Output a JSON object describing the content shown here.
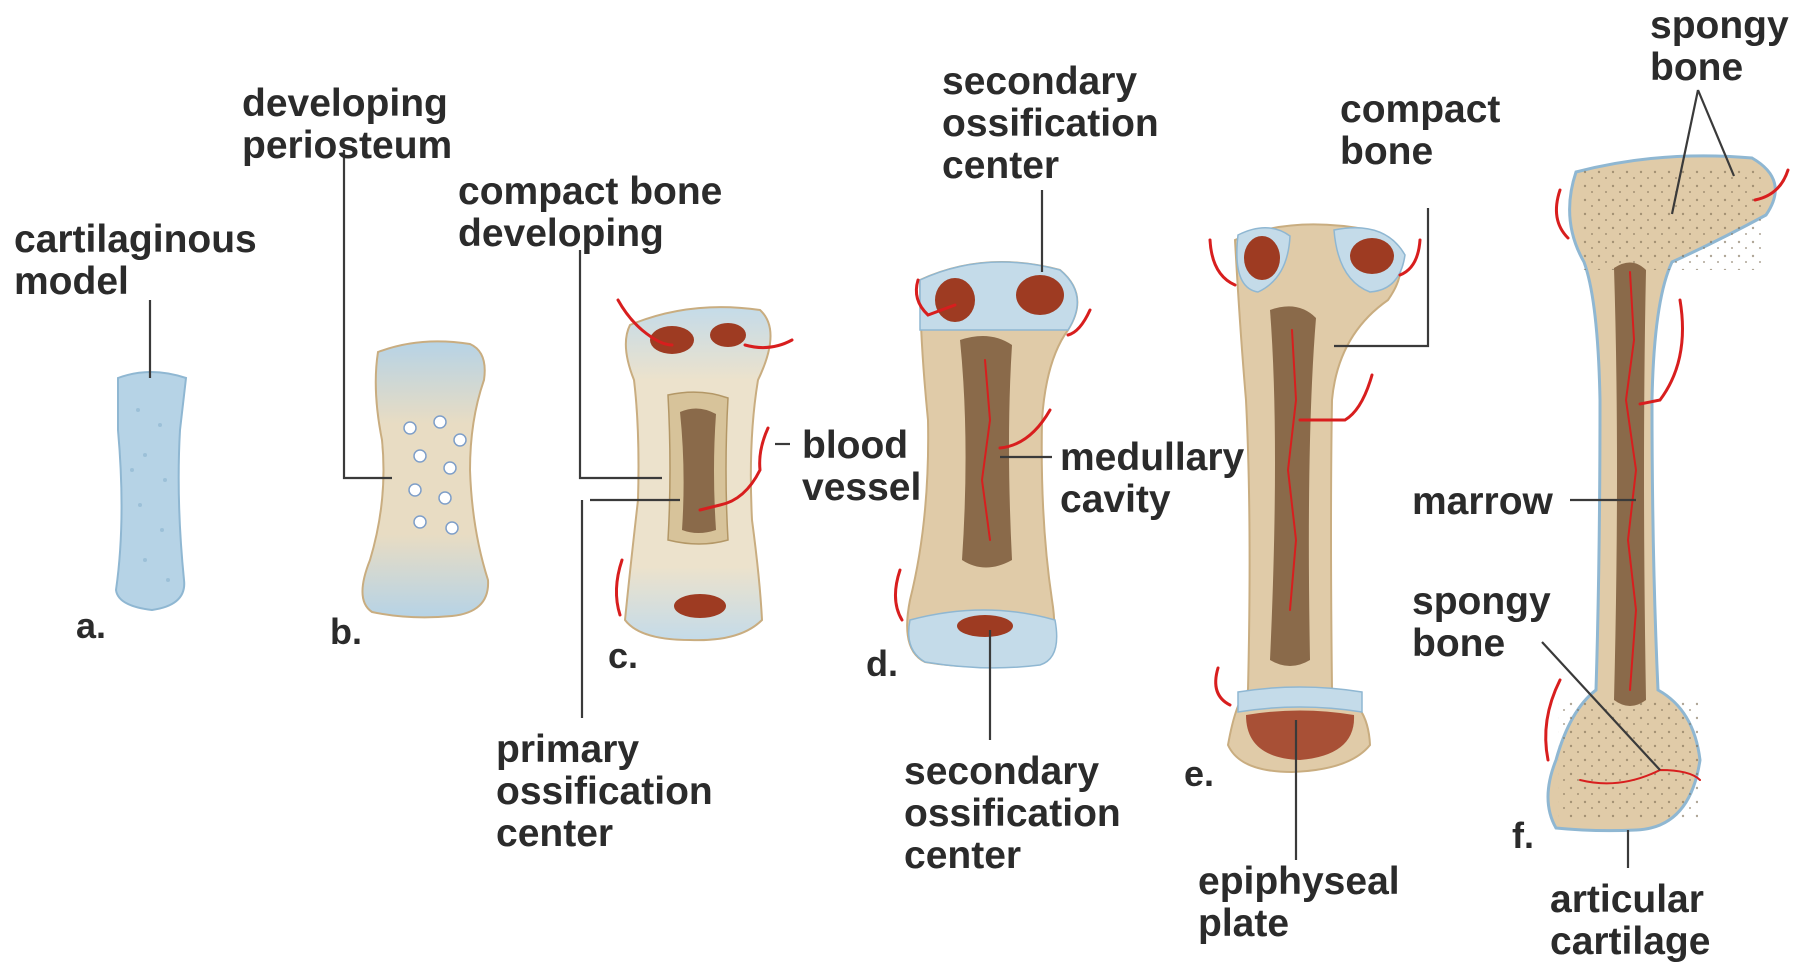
{
  "colors": {
    "cartilage": "#b6d3e6",
    "cartilage_edge": "#8fb7d2",
    "bone": "#e0cba8",
    "bone_edge": "#c9ad80",
    "marrow": "#8a6a4a",
    "ossification": "#9e3b22",
    "vessel": "#d81e1e",
    "label": "#2b2b2b"
  },
  "stages": {
    "a": "a.",
    "b": "b.",
    "c": "c.",
    "d": "d.",
    "e": "e.",
    "f": "f."
  },
  "labels": {
    "cartilaginous_model": [
      "cartilaginous",
      "model"
    ],
    "developing_periosteum": [
      "developing",
      "periosteum"
    ],
    "compact_bone_developing": [
      "compact bone",
      "developing"
    ],
    "blood_vessel": [
      "blood",
      "vessel"
    ],
    "primary_ossification_center": [
      "primary",
      "ossification",
      "center"
    ],
    "secondary_ossification_center_top": [
      "secondary",
      "ossification",
      "center"
    ],
    "medullary_cavity": [
      "medullary",
      "cavity"
    ],
    "secondary_ossification_center_bottom": [
      "secondary",
      "ossification",
      "center"
    ],
    "compact_bone": [
      "compact",
      "bone"
    ],
    "epiphyseal_plate": [
      "epiphyseal",
      "plate"
    ],
    "spongy_bone_top": [
      "spongy",
      "bone"
    ],
    "marrow": [
      "marrow"
    ],
    "spongy_bone_bottom": [
      "spongy",
      "bone"
    ],
    "articular_cartilage": [
      "articular",
      "cartilage"
    ]
  }
}
